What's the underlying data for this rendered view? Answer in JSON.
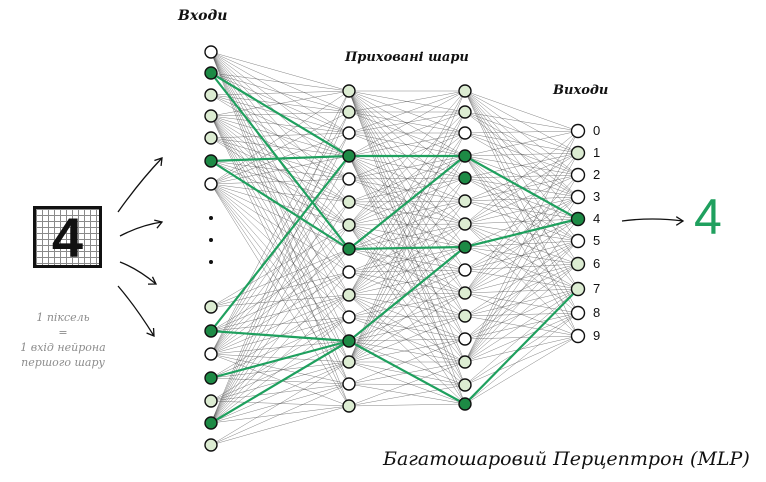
{
  "titles": {
    "inputs": "Входи",
    "hidden": "Приховані шари",
    "outputs": "Виходи"
  },
  "input_digit": "4",
  "pixel_note": [
    "1 піксель",
    "=",
    "1 вхід нейрона",
    "першого шару"
  ],
  "output_digits": [
    "0",
    "1",
    "2",
    "3",
    "4",
    "5",
    "6",
    "7",
    "8",
    "9"
  ],
  "result": "4",
  "mlp_title": "Багатошаровий Перцептрон (MLP)",
  "colors": {
    "accent": "#1fa05e",
    "node_dark": "#1d8a45",
    "node_light": "#dcecd2",
    "node_empty": "#ffffff",
    "edge": "#444444"
  },
  "layers": {
    "input_states": [
      "empty",
      "dark",
      "light",
      "light",
      "light",
      "dark",
      "empty",
      "light",
      "dark",
      "empty",
      "dark",
      "light",
      "dark",
      "light"
    ],
    "hidden1_states": [
      "light",
      "light",
      "empty",
      "dark",
      "empty",
      "light",
      "light",
      "dark",
      "empty",
      "light",
      "empty",
      "dark",
      "light",
      "empty",
      "light"
    ],
    "hidden2_states": [
      "light",
      "light",
      "empty",
      "dark",
      "dark",
      "light",
      "light",
      "dark",
      "empty",
      "light",
      "light",
      "empty",
      "light",
      "light",
      "dark"
    ],
    "output_states": [
      "empty",
      "light",
      "empty",
      "empty",
      "dark",
      "empty",
      "light",
      "light",
      "empty",
      "empty"
    ]
  },
  "highlight_paths": [
    [
      [
        "in",
        1
      ],
      [
        "h1",
        3
      ]
    ],
    [
      [
        "in",
        5
      ],
      [
        "h1",
        3
      ]
    ],
    [
      [
        "in",
        1
      ],
      [
        "h1",
        7
      ]
    ],
    [
      [
        "in",
        5
      ],
      [
        "h1",
        7
      ]
    ],
    [
      [
        "in",
        8
      ],
      [
        "h1",
        3
      ]
    ],
    [
      [
        "in",
        10
      ],
      [
        "h1",
        11
      ]
    ],
    [
      [
        "in",
        12
      ],
      [
        "h1",
        11
      ]
    ],
    [
      [
        "in",
        8
      ],
      [
        "h1",
        11
      ]
    ],
    [
      [
        "h1",
        3
      ],
      [
        "h2",
        3
      ]
    ],
    [
      [
        "h1",
        7
      ],
      [
        "h2",
        3
      ]
    ],
    [
      [
        "h1",
        7
      ],
      [
        "h2",
        7
      ]
    ],
    [
      [
        "h1",
        11
      ],
      [
        "h2",
        7
      ]
    ],
    [
      [
        "h1",
        11
      ],
      [
        "h2",
        14
      ]
    ],
    [
      [
        "h2",
        3
      ],
      [
        "out",
        4
      ]
    ],
    [
      [
        "h2",
        7
      ],
      [
        "out",
        4
      ]
    ],
    [
      [
        "h2",
        14
      ],
      [
        "out",
        7
      ]
    ]
  ]
}
